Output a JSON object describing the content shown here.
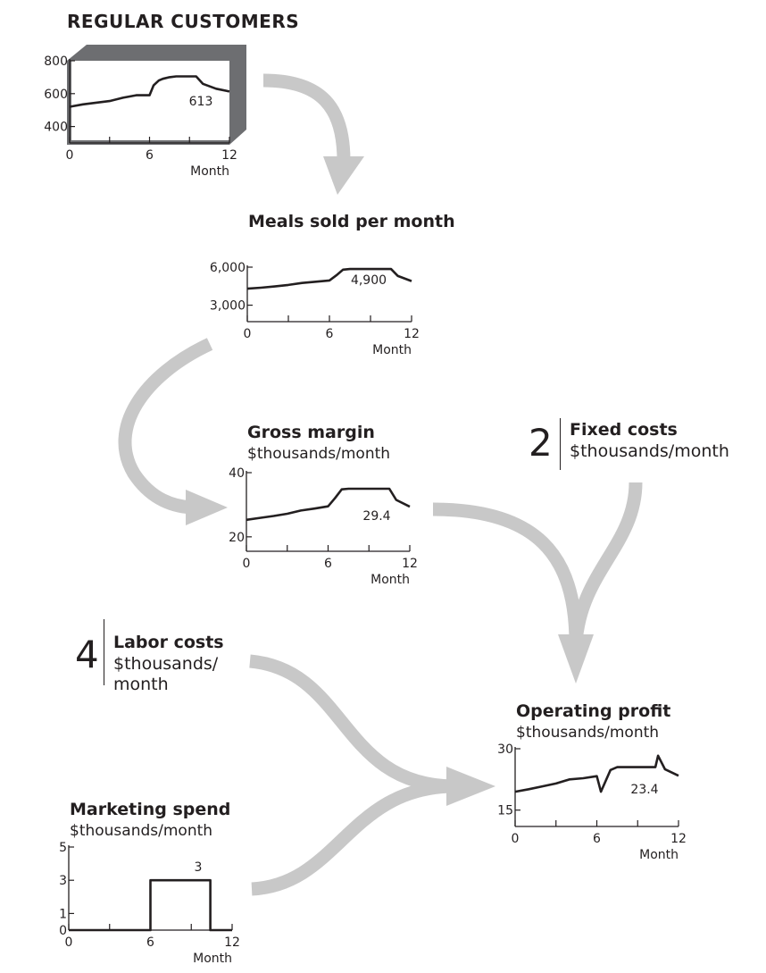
{
  "chart_data": [
    {
      "id": "customers",
      "type": "line",
      "title": "REGULAR CUSTOMERS",
      "xlabel": "Month",
      "xlim": [
        0,
        12
      ],
      "xticks": [
        "0",
        "6",
        "12"
      ],
      "yticks": [
        "400",
        "600",
        "800"
      ],
      "ylim": [
        300,
        800
      ],
      "x": [
        0,
        1,
        2,
        3,
        4,
        5,
        6,
        6.3,
        6.7,
        7,
        7.5,
        8,
        9,
        9.5,
        10,
        11,
        12
      ],
      "y": [
        520,
        535,
        545,
        555,
        575,
        590,
        590,
        650,
        680,
        690,
        700,
        705,
        705,
        705,
        660,
        630,
        613
      ],
      "end_label": "613"
    },
    {
      "id": "meals",
      "type": "line",
      "title": "Meals sold per month",
      "xlabel": "Month",
      "xlim": [
        0,
        12
      ],
      "xticks": [
        "0",
        "6",
        "12"
      ],
      "yticks": [
        "3,000",
        "6,000"
      ],
      "ylim": [
        1700,
        6000
      ],
      "x": [
        0,
        1,
        2,
        3,
        4,
        5,
        6,
        6.5,
        7,
        7.5,
        8,
        9,
        10,
        10.5,
        11,
        12
      ],
      "y": [
        4300,
        4380,
        4480,
        4600,
        4750,
        4850,
        4950,
        5350,
        5800,
        5850,
        5850,
        5850,
        5850,
        5850,
        5300,
        4900
      ],
      "end_label": "4,900"
    },
    {
      "id": "gross_margin",
      "type": "line",
      "title": "Gross margin",
      "subtitle": "$thousands/month",
      "xlabel": "Month",
      "xlim": [
        0,
        12
      ],
      "xticks": [
        "0",
        "6",
        "12"
      ],
      "yticks": [
        "20",
        "40"
      ],
      "ylim": [
        15.5,
        40
      ],
      "x": [
        0,
        1,
        2,
        3,
        4,
        5,
        6,
        6.5,
        7,
        7.5,
        8,
        9,
        10,
        10.5,
        11,
        12
      ],
      "y": [
        25.3,
        25.9,
        26.5,
        27.2,
        28.2,
        28.8,
        29.5,
        32,
        34.8,
        35,
        35,
        35,
        35,
        35,
        31.5,
        29.4
      ],
      "end_label": "29.4"
    },
    {
      "id": "operating_profit",
      "type": "line",
      "title": "Operating profit",
      "subtitle": "$thousands/month",
      "xlabel": "Month",
      "xlim": [
        0,
        12
      ],
      "xticks": [
        "0",
        "6",
        "12"
      ],
      "yticks": [
        "15",
        "30"
      ],
      "ylim": [
        11,
        30
      ],
      "x": [
        0,
        1,
        2,
        3,
        4,
        5,
        6,
        6.3,
        7,
        7.5,
        8,
        9,
        10,
        10.3,
        10.5,
        11,
        12
      ],
      "y": [
        19.5,
        20.1,
        20.8,
        21.5,
        22.5,
        22.8,
        23.3,
        19.5,
        24.8,
        25.5,
        25.5,
        25.5,
        25.5,
        25.5,
        28.3,
        25,
        23.4
      ],
      "end_label": "23.4"
    },
    {
      "id": "marketing",
      "type": "line",
      "title": "Marketing spend",
      "subtitle": "$thousands/month",
      "xlabel": "Month",
      "xlim": [
        0,
        12
      ],
      "xticks": [
        "0",
        "6",
        "12"
      ],
      "yticks": [
        "0",
        "1",
        "3",
        "5"
      ],
      "ylim": [
        0,
        5
      ],
      "x": [
        0,
        6,
        6,
        10.4,
        10.4,
        12
      ],
      "y": [
        0,
        0,
        3,
        3,
        0,
        0
      ],
      "end_label": "3"
    }
  ],
  "constants": [
    {
      "value": "2",
      "label": "Fixed costs",
      "unit": "$thousands/month"
    },
    {
      "value": "4",
      "label": "Labor costs",
      "unit_line1": "$thousands/",
      "unit_line2": "month"
    }
  ],
  "colors": {
    "arrow": "#c8c8c8",
    "line": "#231f20",
    "frame": "#6d6e71"
  }
}
